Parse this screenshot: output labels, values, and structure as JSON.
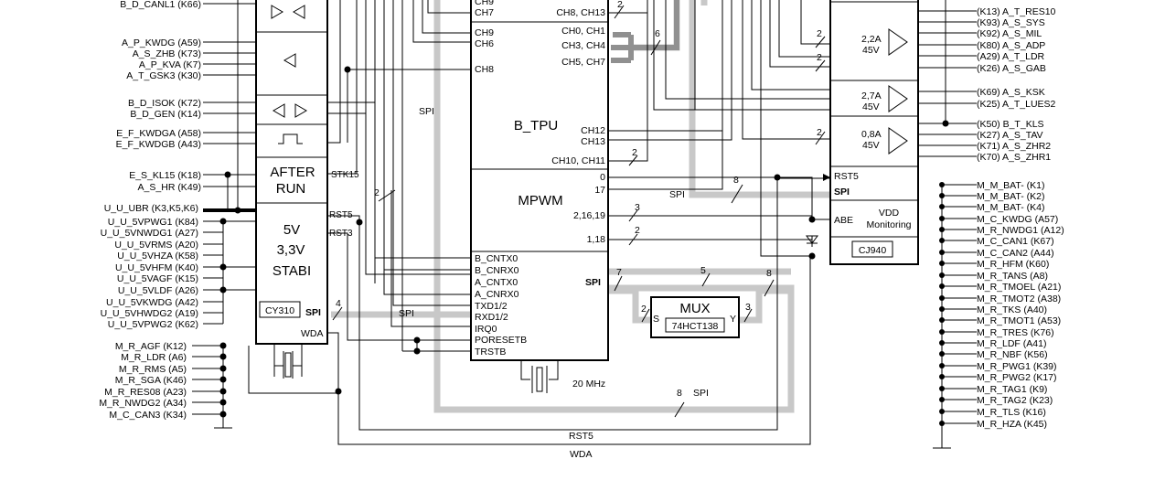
{
  "left_pins_top": [
    {
      "label": "B_D_CANL1 (K66)"
    }
  ],
  "left_pins_a": [
    {
      "label": "A_P_KWDG (A59)"
    },
    {
      "label": "A_S_ZHB (K73)"
    },
    {
      "label": "A_P_KVA (K7)"
    },
    {
      "label": "A_T_GSK3 (K30)"
    }
  ],
  "left_pins_b": [
    {
      "label": "B_D_ISOK (K72)"
    },
    {
      "label": "B_D_GEN (K14)"
    }
  ],
  "left_pins_c": [
    {
      "label": "E_F_KWDGA (A58)"
    },
    {
      "label": "E_F_KWDGB (A43)"
    }
  ],
  "left_pins_d": [
    {
      "label": "E_S_KL15 (K18)"
    },
    {
      "label": "A_S_HR (K49)"
    }
  ],
  "left_pins_u": [
    {
      "label": "U_U_UBR (K3,K5,K6)"
    },
    {
      "label": "U_U_5VPWG1 (K84)"
    },
    {
      "label": "U_U_5VNWDG1 (A27)"
    },
    {
      "label": "U_U_5VRMS (A20)"
    },
    {
      "label": "U_U_5VHZA (K58)"
    },
    {
      "label": "U_U_5VHFM (K40)"
    },
    {
      "label": "U_U_5VAGF (K15)"
    },
    {
      "label": "U_U_5VLDF (A26)"
    },
    {
      "label": "U_U_5VKWDG (A42)"
    },
    {
      "label": "U_U_5VHWDG2 (A19)"
    },
    {
      "label": "U_U_5VPWG2 (K62)"
    }
  ],
  "left_pins_m": [
    {
      "label": "M_R_AGF (K12)"
    },
    {
      "label": "M_R_LDR (A6)"
    },
    {
      "label": "M_R_RMS (A5)"
    },
    {
      "label": "M_R_SGA (K46)"
    },
    {
      "label": "M_R_RES08 (A23)"
    },
    {
      "label": "M_R_NWDG2 (A34)"
    },
    {
      "label": "M_C_CAN3 (K34)"
    }
  ],
  "right_pins_top": [
    {
      "label": "(K13) A_T_RES10"
    },
    {
      "label": "(K93) A_S_SYS"
    },
    {
      "label": "(K92) A_S_MIL"
    },
    {
      "label": "(K80) A_S_ADP"
    },
    {
      "label": "(A29) A_T_LDR"
    },
    {
      "label": "(K26) A_S_GAB"
    },
    {
      "label": "(K69) A_S_KSK"
    },
    {
      "label": "(K25) A_T_LUES2"
    },
    {
      "label": "(K50) B_T_KLS"
    },
    {
      "label": "(K27) A_S_TAV"
    },
    {
      "label": "(K71) A_S_ZHR2"
    },
    {
      "label": "(K70) A_S_ZHR1"
    }
  ],
  "right_pins_m": [
    {
      "label": "M_M_BAT- (K1)"
    },
    {
      "label": "M_M_BAT- (K2)"
    },
    {
      "label": "M_M_BAT- (K4)"
    },
    {
      "label": "M_C_KWDG (A57)"
    },
    {
      "label": "M_R_NWDG1 (A12)"
    },
    {
      "label": "M_C_CAN1 (K67)"
    },
    {
      "label": "M_C_CAN2 (A44)"
    },
    {
      "label": "M_R_HFM (K60)"
    },
    {
      "label": "M_R_TANS (A8)"
    },
    {
      "label": "M_R_TMOEL (A21)"
    },
    {
      "label": "M_R_TMOT2 (A38)"
    },
    {
      "label": "M_R_TKS (A40)"
    },
    {
      "label": "M_R_TMOT1 (A53)"
    },
    {
      "label": "M_R_TRES (K76)"
    },
    {
      "label": "M_R_LDF (A41)"
    },
    {
      "label": "M_R_NBF (K56)"
    },
    {
      "label": "M_R_PWG1 (K39)"
    },
    {
      "label": "M_R_PWG2 (K17)"
    },
    {
      "label": "M_R_TAG1 (K9)"
    },
    {
      "label": "M_R_TAG2 (K23)"
    },
    {
      "label": "M_R_TLS (K16)"
    },
    {
      "label": "M_R_HZA (K45)"
    }
  ],
  "cy310": {
    "after_run_1": "AFTER",
    "after_run_2": "RUN",
    "stabi_1": "5V",
    "stabi_2": "3,3V",
    "stabi_3": "STABI",
    "chip": "CY310",
    "spi": "SPI",
    "wda": "WDA",
    "stk15": "STK15",
    "rst5": "RST5",
    "rst3": "RST3"
  },
  "tpu": {
    "ch_top1": "CH9",
    "ch_top2": "CH7",
    "ch_r1": "CH8, CH13",
    "ch_l_9": "CH9",
    "ch_l_6": "CH6",
    "ch_l_8": "CH8",
    "ch01": "CH0, CH1",
    "ch34": "CH3, CH4",
    "ch57": "CH5, CH7",
    "name": "B_TPU",
    "ch12": "CH12",
    "ch13": "CH13",
    "ch1011": "CH10, CH11",
    "pin0": "0",
    "pin17": "17",
    "mpwm": "MPWM",
    "pin21619": "2,16,19",
    "pin118": "1,18",
    "left_io": [
      "B_CNTX0",
      "B_CNRX0",
      "A_CNTX0",
      "A_CNRX0",
      "TXD1/2",
      "RXD1/2",
      "IRQ0",
      "PORESETB",
      "TRSTB"
    ],
    "spi": "SPI",
    "clock": "20 MHz"
  },
  "mux": {
    "name": "MUX",
    "chip": "74HCT138",
    "s": "S",
    "y": "Y"
  },
  "cj940": {
    "d1_a": "2,2A",
    "d1_v": "45V",
    "d2_a": "2,7A",
    "d2_v": "45V",
    "d3_a": "0,8A",
    "d3_v": "45V",
    "rst5": "RST5",
    "spi": "SPI",
    "abe": "ABE",
    "vdd1": "VDD",
    "vdd2": "Monitoring",
    "chip": "CJ940"
  },
  "bus": {
    "spi_a": "SPI",
    "spi_b": "SPI",
    "spi_c": "SPI",
    "spi_d": "SPI",
    "n2a": "2",
    "n6": "6",
    "n2b": "2",
    "n2c": "2",
    "n3": "3",
    "n2d": "2",
    "n8a": "8",
    "n7": "7",
    "n5": "5",
    "n8b": "8",
    "n8c": "8",
    "n4": "4",
    "n2e": "2",
    "n2f": "2",
    "n2g": "2",
    "n2h": "2",
    "n2mux": "2",
    "n3mux": "3",
    "n2stk": "2"
  },
  "bottom": {
    "rst5": "RST5",
    "wda": "WDA"
  }
}
